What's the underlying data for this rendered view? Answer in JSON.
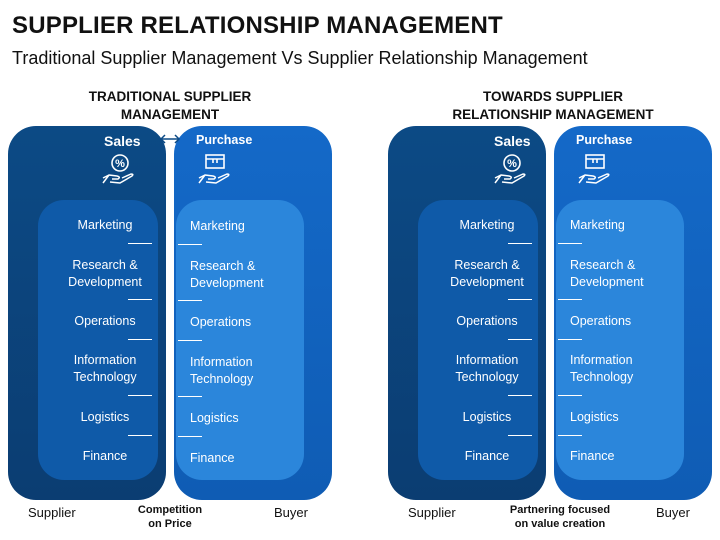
{
  "title": "SUPPLIER RELATIONSHIP MANAGEMENT",
  "subtitle": "Traditional Supplier Management Vs Supplier Relationship Management",
  "panels": [
    {
      "heading_line1": "TRADITIONAL SUPPLIER",
      "heading_line2": "MANAGEMENT",
      "sales_label": "Sales",
      "purchase_label": "Purchase",
      "supplier_items": [
        "Marketing",
        "Research &",
        "Development",
        "Operations",
        "Information",
        "Technology",
        "Logistics",
        "Finance"
      ],
      "buyer_items": [
        "Marketing",
        "Research &",
        "Development",
        "Operations",
        "Information",
        "Technology",
        "Logistics",
        "Finance"
      ],
      "footer_left": "Supplier",
      "footer_center_line1": "Competition",
      "footer_center_line2": "on Price",
      "footer_right": "Buyer"
    },
    {
      "heading_line1": "TOWARDS SUPPLIER",
      "heading_line2": "RELATIONSHIP MANAGEMENT",
      "sales_label": "Sales",
      "purchase_label": "Purchase",
      "supplier_items": [
        "Marketing",
        "Research &",
        "Development",
        "Operations",
        "Information",
        "Technology",
        "Logistics",
        "Finance"
      ],
      "buyer_items": [
        "Marketing",
        "Research &",
        "Development",
        "Operations",
        "Information",
        "Technology",
        "Logistics",
        "Finance"
      ],
      "footer_left": "Supplier",
      "footer_center_line1": "Partnering focused",
      "footer_center_line2": "on value creation",
      "footer_right": "Buyer"
    }
  ],
  "colors": {
    "supplier_outer": "#0b3d72",
    "supplier_inner": "#0f5aa8",
    "buyer_outer": "#1469c8",
    "buyer_inner": "#2b86db"
  },
  "icons": {
    "sales": "percent-hand-icon",
    "purchase": "box-hand-icon",
    "connector": "double-arrow-icon"
  }
}
